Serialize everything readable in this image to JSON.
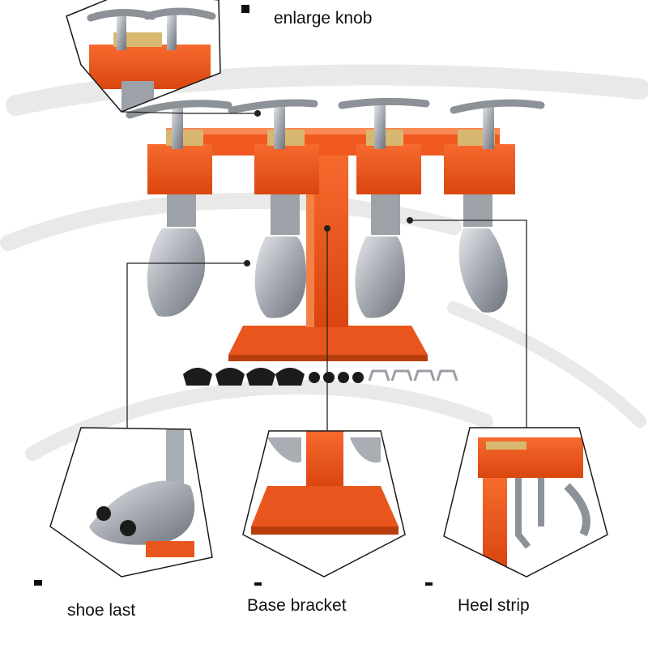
{
  "labels": {
    "enlarge_knob": "enlarge knob",
    "shoe_last": "shoe last",
    "base_bracket": "Base bracket",
    "heel_strip": "Heel strip"
  },
  "colors": {
    "frame_orange": "#f0521c",
    "frame_orange_dark": "#c8400f",
    "metal": "#b9bcc2",
    "metal_dark": "#7c8088",
    "callout_line": "#222222",
    "swoosh": "#e6e6e6",
    "rubber_black": "#1b1b1b"
  },
  "icons": {
    "bullet": "square-bullet-icon"
  }
}
